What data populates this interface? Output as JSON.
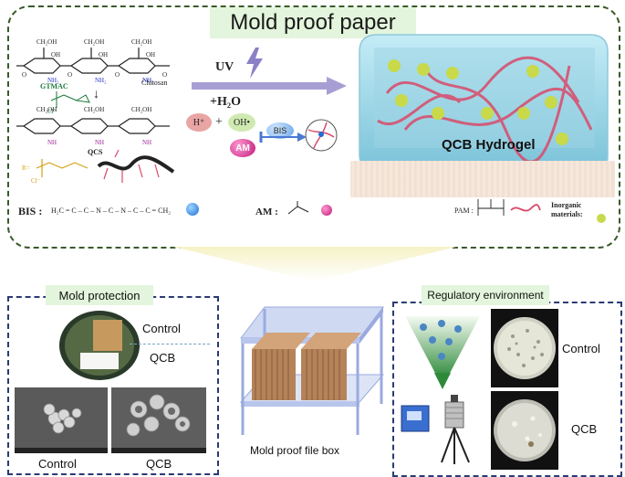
{
  "header": {
    "title": "Mold proof paper"
  },
  "chem": {
    "ch2oh": "CH₂OH",
    "oh": "OH",
    "nh2": "NH₂",
    "gtmac": "GTMAC",
    "chitosan": "Chitosan",
    "qcs": "QCS",
    "cl": "Cl⁻",
    "r": "R=",
    "bis_label": "BIS",
    "bis_formula": "H₂C = C – C – N – C – N – C – C = CH₂",
    "am_label": "AM",
    "pam_label": "PAM",
    "inorganic_label": "Inorganic materials:"
  },
  "reaction": {
    "uv": "UV",
    "water": "+H₂O",
    "h_plus": "H⁺",
    "plus": "+",
    "oh_radical": "OH•",
    "bis": "BIS",
    "am": "AM"
  },
  "hydrogel": {
    "label": "QCB Hydrogel"
  },
  "left_panel": {
    "title": "Mold protection",
    "control": "Control",
    "qcb": "QCB",
    "sem_control": "Control",
    "sem_qcb": "QCB"
  },
  "middle": {
    "caption": "Mold proof file box"
  },
  "right_panel": {
    "title": "Regulatory environment",
    "control": "Control",
    "qcb": "QCB"
  },
  "colors": {
    "dashed_green": "#3a5a2a",
    "header_bg": "#e3f5dc",
    "arrow_purple": "#a79fd4",
    "navy": "#2a3b74",
    "hydrogel": "#a9dceb",
    "pam_red": "#d94a6a",
    "inorganic": "#c8d94a"
  }
}
